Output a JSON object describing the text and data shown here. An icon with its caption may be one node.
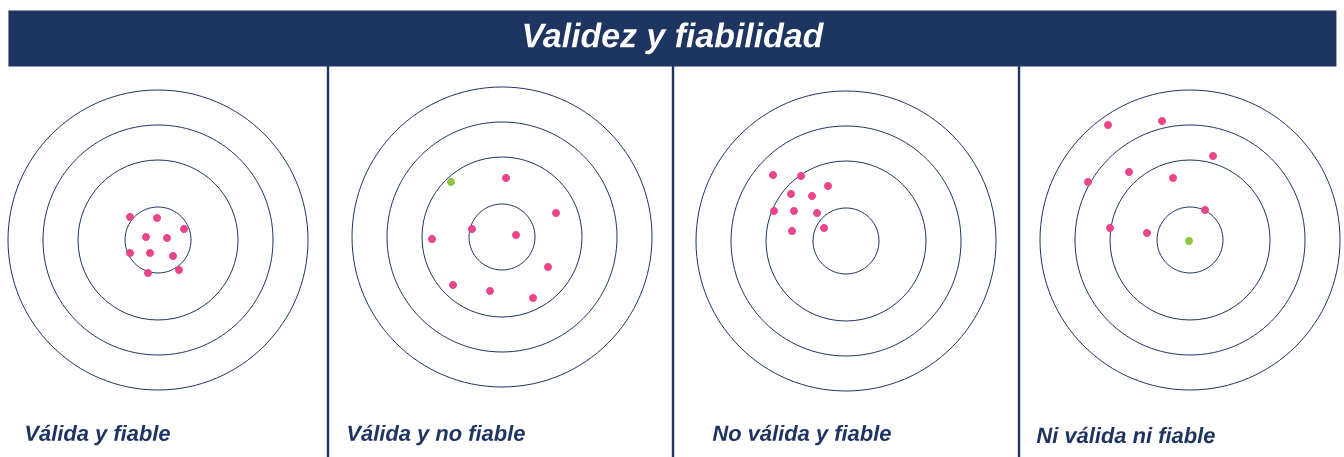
{
  "diagram": {
    "title": "Validez y fiabilidad",
    "labels": [
      "Válida y fiable",
      "Válida y no fiable",
      "No válida y fiable",
      "Ni válida ni fiable"
    ]
  }
}
